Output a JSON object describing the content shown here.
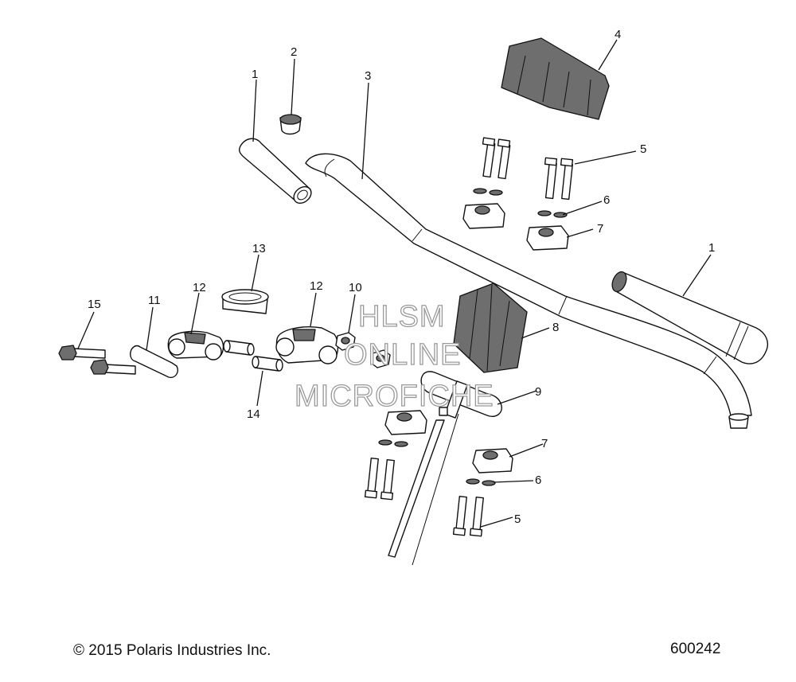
{
  "callouts": [
    "1",
    "2",
    "3",
    "4",
    "5",
    "6",
    "7",
    "1",
    "13",
    "12",
    "10",
    "12",
    "8",
    "15",
    "11",
    "9",
    "14",
    "7",
    "6",
    "5"
  ],
  "watermark": {
    "line1": "HLSM",
    "line2": "ONLINE",
    "line3": "MICROFICHE"
  },
  "footer": {
    "copyright": "© 2015 Polaris Industries Inc.",
    "figure_number": "600242"
  }
}
